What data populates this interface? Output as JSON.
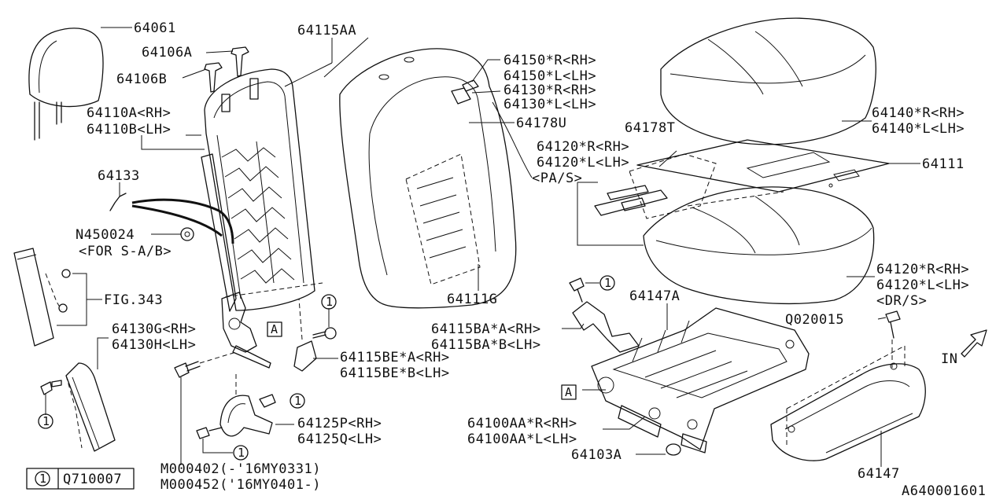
{
  "diagram": {
    "labels": {
      "p64061": "64061",
      "p64106A": "64106A",
      "p64106B": "64106B",
      "p64115AA": "64115AA",
      "p64110A": "64110A<RH>",
      "p64110B": "64110B<LH>",
      "p64133": "64133",
      "pN450024": "N450024",
      "pForSab": "<FOR S-A/B>",
      "pFig343": "FIG.343",
      "p64130G": "64130G<RH>",
      "p64130H": "64130H<LH>",
      "p64150R": "64150*R<RH>",
      "p64150L": "64150*L<LH>",
      "p64130R": "64130*R<RH>",
      "p64130L": "64130*L<LH>",
      "p64178U": "64178U",
      "p64178T": "64178T",
      "p64120R_pa": "64120*R<RH>",
      "p64120L_pa": "64120*L<LH>",
      "pPAS": "<PA/S>",
      "p64111G": "64111G",
      "p64140R": "64140*R<RH>",
      "p64140L": "64140*L<LH>",
      "p64111": "64111",
      "p64120R_dr": "64120*R<RH>",
      "p64120L_dr": "64120*L<LH>",
      "pDRS": "<DR/S>",
      "p64147A": "64147A",
      "pQ020015": "Q020015",
      "p64115BA_A": "64115BA*A<RH>",
      "p64115BA_B": "64115BA*B<LH>",
      "p64115BE_A": "64115BE*A<RH>",
      "p64115BE_B": "64115BE*B<LH>",
      "p64125P": "64125P<RH>",
      "p64125Q": "64125Q<LH>",
      "p64100AA_R": "64100AA*R<RH>",
      "p64100AA_L": "64100AA*L<LH>",
      "p64103A": "64103A",
      "p64147": "64147",
      "pM000402": "M000402(-'16MY0331)",
      "pM000452": "M000452('16MY0401-)",
      "pIn": "IN",
      "refA": "A",
      "refOne": "1"
    },
    "legend": {
      "number": "1",
      "part": "Q710007"
    },
    "drawing_id": "A640001601"
  }
}
